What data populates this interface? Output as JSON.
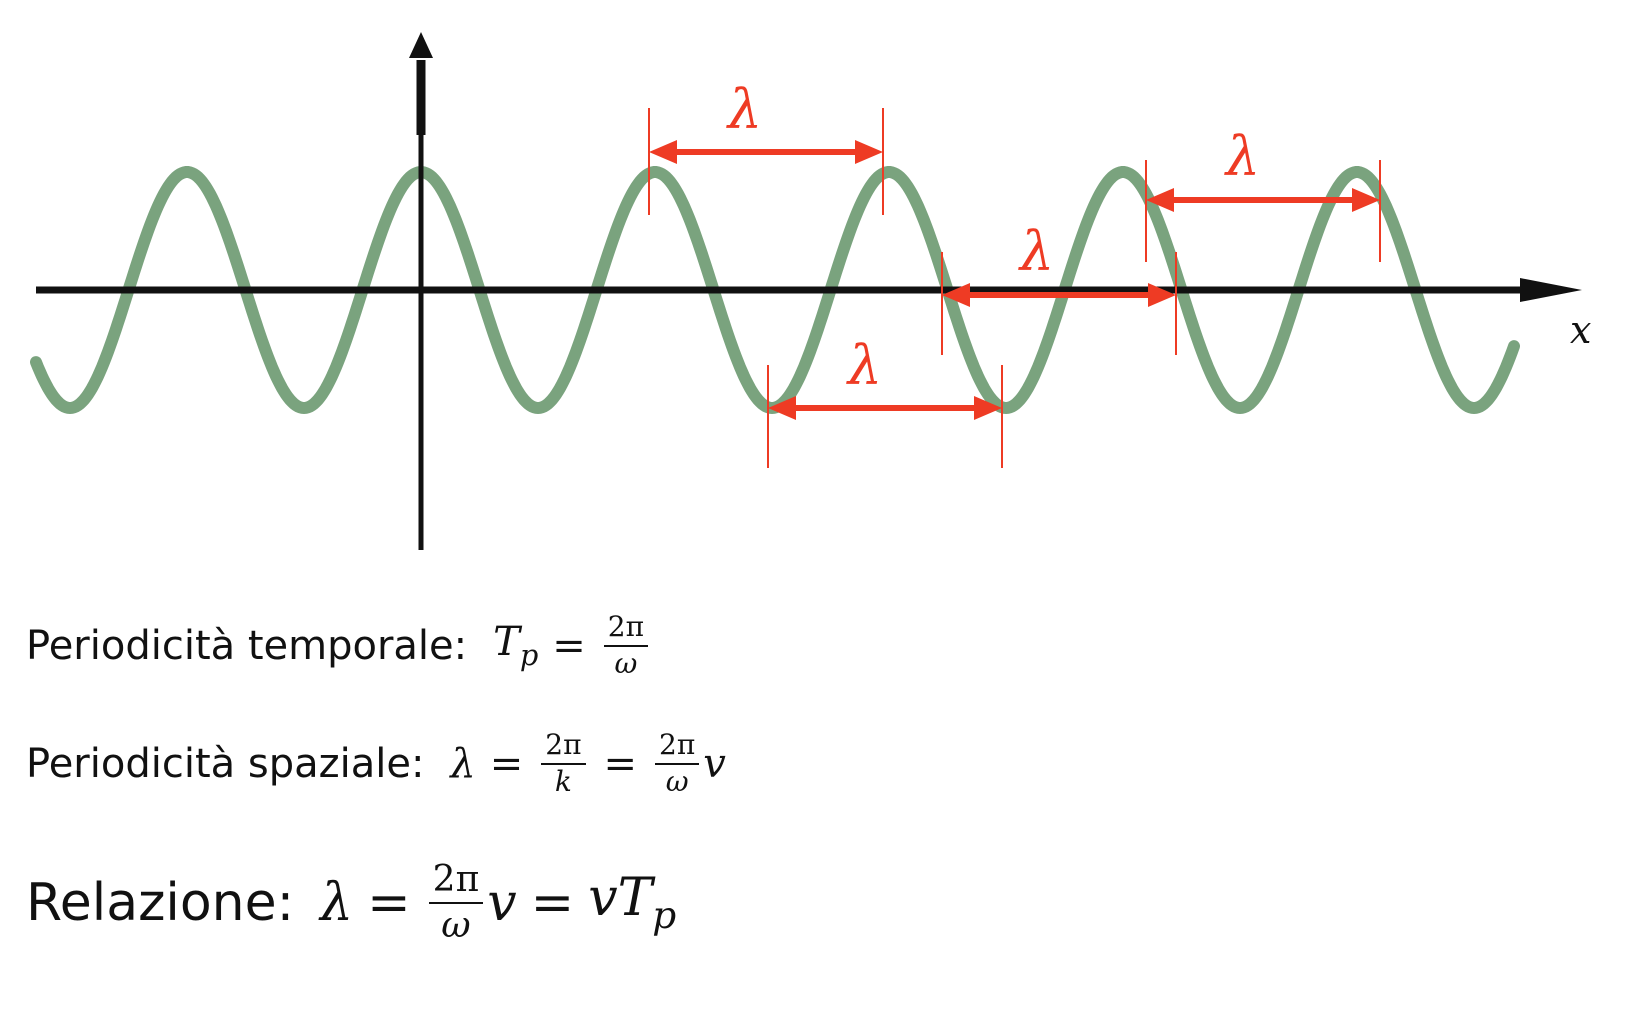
{
  "diagram": {
    "x_axis_label": "x",
    "wavelength_symbol": "λ",
    "wave_color": "#7aa37e",
    "axis_color": "#111111",
    "marker_color": "#ee3b24"
  },
  "equations": {
    "temporal": {
      "label": "Periodicità temporale:",
      "lhs": "T",
      "lhs_sub": "p",
      "eq": "=",
      "num": "2π",
      "den": "ω"
    },
    "spatial": {
      "label": "Periodicità spaziale:",
      "lhs": "λ",
      "eq1": "=",
      "num1": "2π",
      "den1": "k",
      "eq2": "=",
      "num2": "2π",
      "den2": "ω",
      "tail": "v"
    },
    "relation": {
      "label": "Relazione:",
      "lhs": "λ",
      "eq1": "=",
      "num": "2π",
      "den": "ω",
      "mid": "v",
      "eq2": "=",
      "rhs": "vT",
      "rhs_sub": "p"
    }
  }
}
